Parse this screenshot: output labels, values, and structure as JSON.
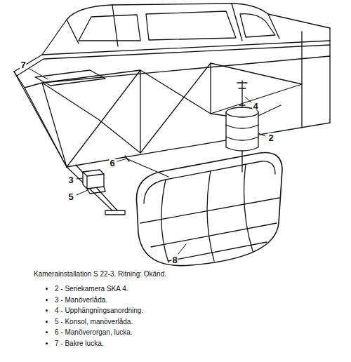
{
  "diagram": {
    "caption": "Kamerainstallation S 22-3. Ritning: Okänd.",
    "labels": [
      "7",
      "4",
      "2",
      "6",
      "3",
      "5",
      "8",
      "2 - Seriekamera SKA 4.",
      "3 - Manöverlåda.",
      "4 - Upphängningsanordning.",
      "5 - Konsol, manöverlåda.",
      "6 - Manöverorgan, lucka.",
      "7 - Bakre lucka."
    ]
  }
}
